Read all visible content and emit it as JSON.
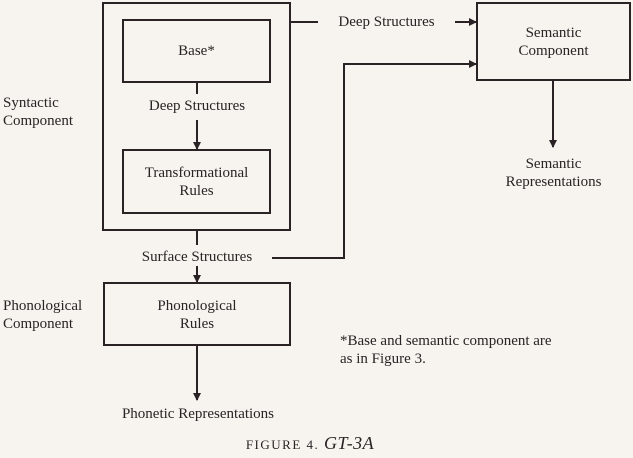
{
  "diagram": {
    "labels": {
      "syntactic_component": [
        "Syntactic",
        "Component"
      ],
      "phonological_component": [
        "Phonological",
        "Component"
      ]
    },
    "boxes": {
      "base": "Base*",
      "transformational_rules": [
        "Transformational",
        "Rules"
      ],
      "semantic_component": [
        "Semantic",
        "Component"
      ],
      "phonological_rules": [
        "Phonological",
        "Rules"
      ]
    },
    "edges": {
      "deep_structures_inner": "Deep Structures",
      "deep_structures_to_semantic": "Deep Structures",
      "surface_structures": "Surface Structures",
      "semantic_representations": [
        "Semantic",
        "Representations"
      ],
      "phonetic_representations": "Phonetic Representations"
    },
    "footnote": [
      "*Base and semantic component are",
      "as in Figure 3."
    ],
    "caption": {
      "prefix": "FIGURE 4.",
      "title": "GT-3A"
    }
  },
  "colors": {
    "background": "#f7f4ef",
    "ink": "#2a2224"
  }
}
